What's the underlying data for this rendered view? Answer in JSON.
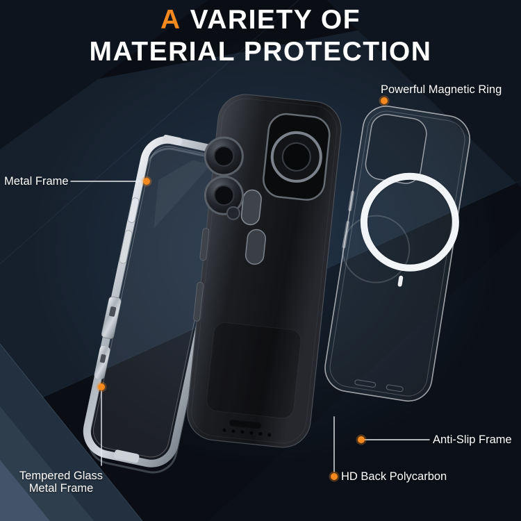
{
  "title": {
    "line1_accent": "A",
    "line1_rest": "VARIETY OF",
    "line2": "MATERIAL PROTECTION"
  },
  "callouts": {
    "magnetic_ring": "Powerful Magnetic Ring",
    "metal_frame": "Metal Frame",
    "anti_slip": "Anti-Slip Frame",
    "hd_back": "HD Back Polycarbon",
    "tempered_glass_line1": "Tempered Glass",
    "tempered_glass_line2": "Metal Frame"
  },
  "colors": {
    "accent_orange": "#F5891D",
    "text_white": "#FFFFFF",
    "background_dark": "#0A0E14"
  }
}
